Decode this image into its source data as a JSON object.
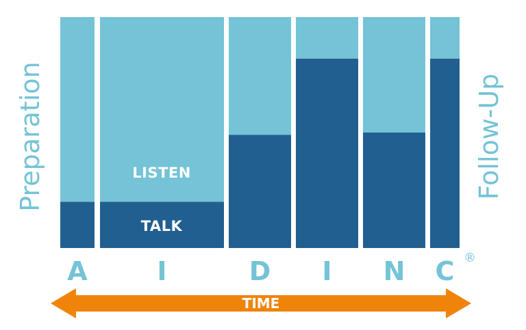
{
  "colors": {
    "listen": "#74c3d6",
    "talk": "#225f91",
    "arrow": "#f0840b",
    "stage_text": "#74c3d6",
    "white": "#ffffff"
  },
  "labels": {
    "left_side": "Preparation",
    "right_side": "Follow-Up",
    "listen": "LISTEN",
    "talk": "TALK",
    "time": "TIME",
    "registered": "®"
  },
  "chart_data": {
    "type": "bar",
    "stacked": true,
    "orientation": "vertical",
    "categories": [
      "A",
      "I",
      "D",
      "I",
      "N",
      "C"
    ],
    "series": [
      {
        "name": "TALK",
        "values": [
          20,
          20,
          49,
          82,
          50,
          82
        ]
      },
      {
        "name": "LISTEN",
        "values": [
          80,
          80,
          51,
          18,
          50,
          18
        ]
      }
    ],
    "ylim": [
      0,
      100
    ],
    "grid": false,
    "title": "",
    "xlabel": "TIME",
    "ylabel": ""
  }
}
